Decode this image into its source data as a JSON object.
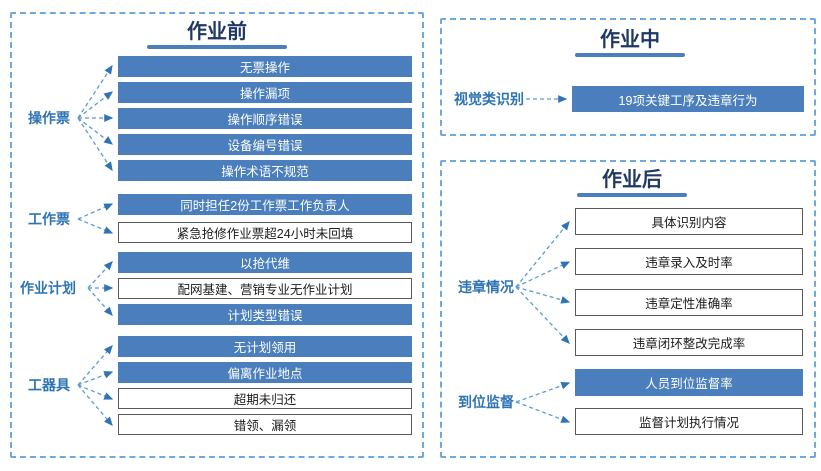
{
  "colors": {
    "box_fill": "#4a7ebc",
    "panel_border": "#6fa8dc",
    "title_color": "#1f3864",
    "label_color": "#2e74b5",
    "outline_border": "#595959"
  },
  "panels": {
    "before": {
      "title": "作业前",
      "groups": [
        {
          "label": "操作票",
          "items": [
            {
              "text": "无票操作"
            },
            {
              "text": "操作漏项"
            },
            {
              "text": "操作顺序错误"
            },
            {
              "text": "设备编号错误"
            },
            {
              "text": "操作术语不规范"
            }
          ]
        },
        {
          "label": "工作票",
          "items": [
            {
              "text": "同时担任2份工作票工作负责人"
            },
            {
              "text": "紧急抢修作业票超24小时未回填"
            }
          ]
        },
        {
          "label": "作业计划",
          "items": [
            {
              "text": "以抢代维"
            },
            {
              "text": "配网基建、营销专业无作业计划"
            },
            {
              "text": "计划类型错误"
            }
          ]
        },
        {
          "label": "工器具",
          "items": [
            {
              "text": "无计划领用"
            },
            {
              "text": "偏离作业地点"
            },
            {
              "text": "超期未归还"
            },
            {
              "text": "错领、漏领"
            }
          ]
        }
      ]
    },
    "during": {
      "title": "作业中",
      "label": "视觉类识别",
      "item": "19项关键工序及违章行为"
    },
    "after": {
      "title": "作业后",
      "groups": [
        {
          "label": "违章情况",
          "items": [
            {
              "text": "具体识别内容"
            },
            {
              "text": "违章录入及时率"
            },
            {
              "text": "违章定性准确率"
            },
            {
              "text": "违章闭环整改完成率"
            }
          ]
        },
        {
          "label": "到位监督",
          "items": [
            {
              "text": "人员到位监督率"
            },
            {
              "text": "监督计划执行情况"
            }
          ]
        }
      ]
    }
  }
}
